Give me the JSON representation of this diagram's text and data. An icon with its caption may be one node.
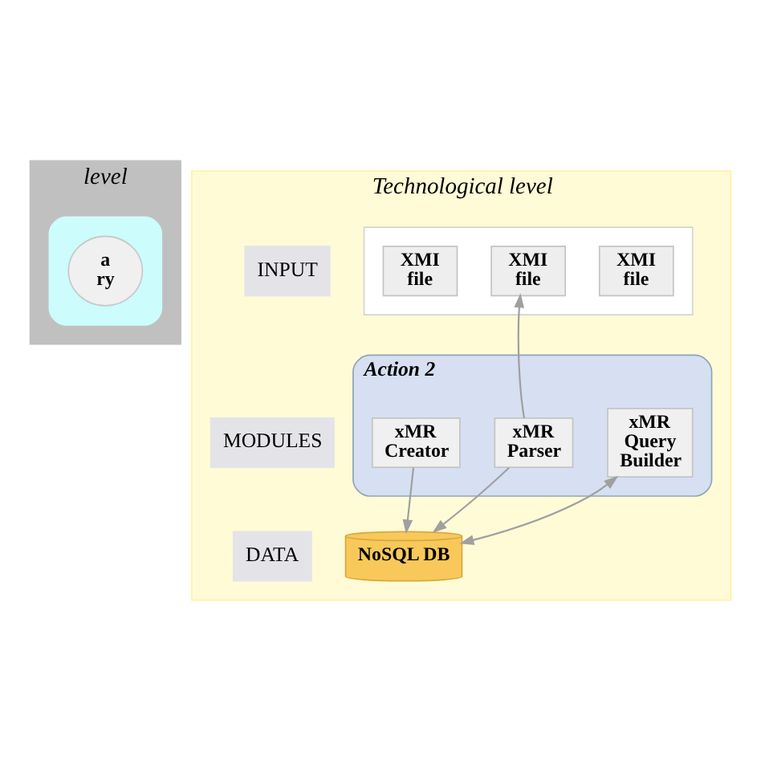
{
  "diagram": {
    "nodes": [
      {
        "text": [
          "level"
        ]
      },
      {
        "text": [],
        "shape": "box",
        "in": 0
      },
      {
        "text": [
          "a ry"
        ],
        "in": 1
      },
      {
        "text": [
          "Technological level"
        ]
      },
      {
        "text": [
          "INPUT"
        ],
        "in": 3
      },
      {
        "text": [],
        "shape": "box",
        "in": 3
      },
      {
        "text": [
          "XMI file"
        ],
        "in": 5
      },
      {
        "text": [
          "XMI file"
        ],
        "in": 5
      },
      {
        "text": [
          "XMI file"
        ],
        "in": 5
      },
      {
        "text": [
          "MODULES"
        ],
        "in": 3
      },
      {
        "text": [
          "Action 2"
        ],
        "in": 3
      },
      {
        "text": [
          "xMR Creator"
        ],
        "in": 10
      },
      {
        "text": [
          "xMR Parser"
        ],
        "in": 10
      },
      {
        "text": [
          "xMR Query Builder"
        ],
        "in": 10
      },
      {
        "text": [
          "DATA"
        ],
        "in": 3
      },
      {
        "text": [
          "NoSQL DB"
        ],
        "in": 3
      }
    ],
    "edges": [
      {
        "from": 12,
        "to": 7,
        "arrow": "to"
      },
      {
        "from": 11,
        "to": 15,
        "arrow": "to"
      },
      {
        "from": 12,
        "to": 15,
        "arrow": "to"
      },
      {
        "from": 13,
        "to": 15,
        "arrow": "both"
      }
    ]
  }
}
